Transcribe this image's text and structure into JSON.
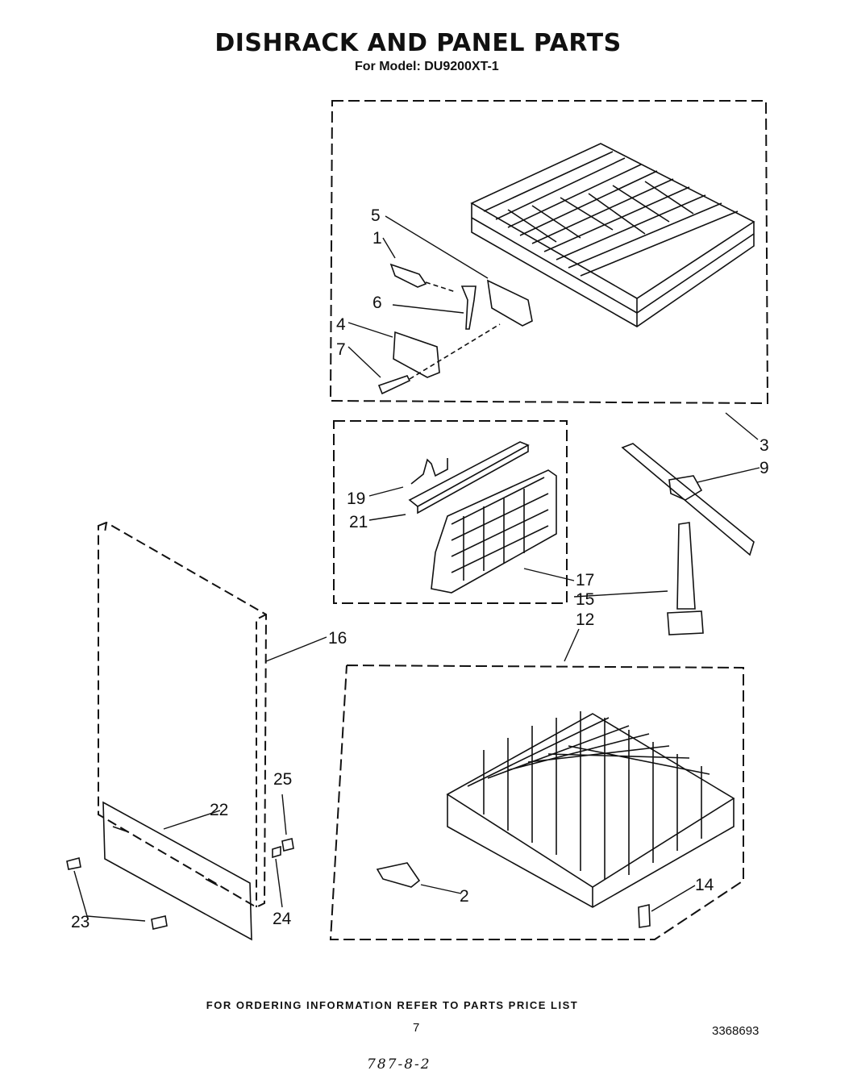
{
  "header": {
    "title": "DISHRACK AND PANEL PARTS",
    "model_line": "For Model: DU9200XT-1"
  },
  "callouts": {
    "c1": "1",
    "c2": "2",
    "c3": "3",
    "c4": "4",
    "c5": "5",
    "c6": "6",
    "c7": "7",
    "c9": "9",
    "c12": "12",
    "c14": "14",
    "c15": "15",
    "c16": "16",
    "c17": "17",
    "c19": "19",
    "c21": "21",
    "c22": "22",
    "c23": "23",
    "c24": "24",
    "c25": "25"
  },
  "footer": {
    "ordering_note": "FOR ORDERING INFORMATION REFER TO PARTS PRICE LIST",
    "page_number": "7",
    "document_number": "3368693",
    "handwritten_note": "787-8-2"
  }
}
